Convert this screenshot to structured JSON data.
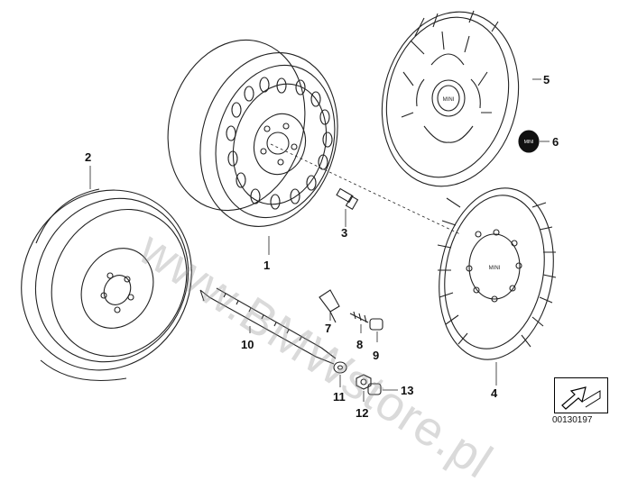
{
  "watermark": "www.BMWstore.pl",
  "diagram_code": "00130197",
  "logo_text": "MINI",
  "parts": [
    {
      "id": "1"
    },
    {
      "id": "2"
    },
    {
      "id": "3"
    },
    {
      "id": "4"
    },
    {
      "id": "5"
    },
    {
      "id": "6"
    },
    {
      "id": "7"
    },
    {
      "id": "8"
    },
    {
      "id": "9"
    },
    {
      "id": "10"
    },
    {
      "id": "11"
    },
    {
      "id": "12"
    },
    {
      "id": "13"
    }
  ]
}
